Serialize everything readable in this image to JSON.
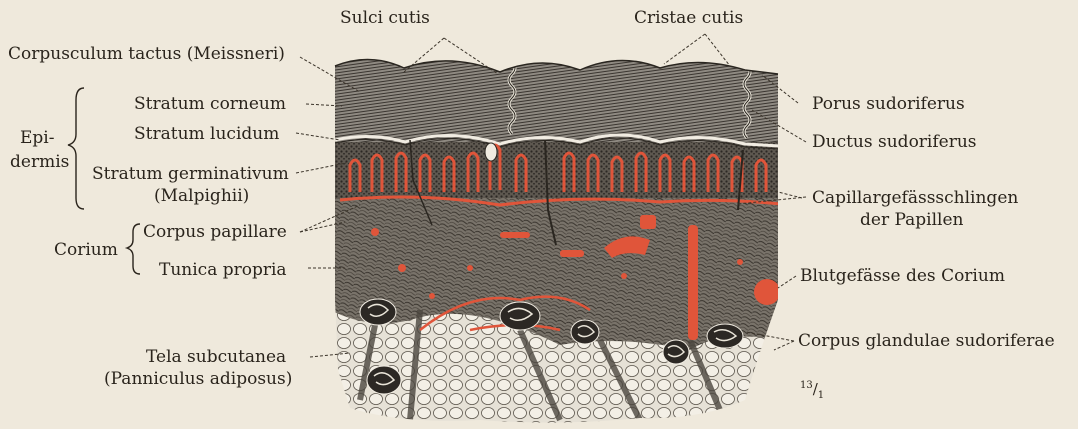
{
  "labels": {
    "sulci_cutis": "Sulci cutis",
    "cristae_cutis": "Cristae cutis",
    "corpusculum_tactus": "Corpusculum tactus (Meissneri)",
    "stratum_corneum": "Stratum corneum",
    "stratum_lucidum": "Stratum lucidum",
    "stratum_germinativum": "Stratum germinativum",
    "malpighii": "(Malpighii)",
    "epidermis_1": "Epi-",
    "epidermis_2": "dermis",
    "corium": "Corium",
    "corpus_papillare": "Corpus papillare",
    "tunica_propria": "Tunica propria",
    "tela_subcutanea": "Tela subcutanea",
    "panniculus_adiposus": "(Panniculus adiposus)",
    "porus_sudoriferus": "Porus sudoriferus",
    "ductus_sudoriferus": "Ductus sudoriferus",
    "capillar_1": "Capillargefässschlingen",
    "capillar_2": "der Papillen",
    "blutgefaesse": "Blutgefässe des Corium",
    "corpus_glandulae": "Corpus glandulae sudoriferae",
    "scale_num": "13",
    "scale_den": "1"
  },
  "colors": {
    "background": "#efe9dc",
    "vessel_red": "#e0553a",
    "tissue_dark": "#3a3530",
    "tissue_mid": "#6b655c",
    "leader": "#3b342a"
  }
}
